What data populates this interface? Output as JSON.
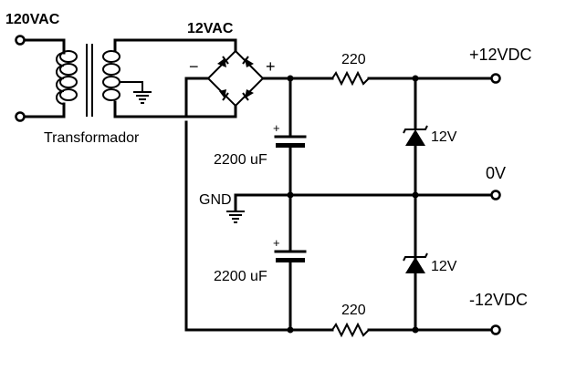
{
  "labels": {
    "input_voltage": "120VAC",
    "secondary_voltage": "12VAC",
    "transformer": "Transformador",
    "bridge_minus": "−",
    "bridge_plus": "+",
    "resistor_top": "220",
    "resistor_bottom": "220",
    "cap_top": "2200 uF",
    "cap_bottom": "2200 uF",
    "cap_top_polarity": "+",
    "cap_bottom_polarity": "+",
    "zener_top": "12V",
    "zener_bottom": "12V",
    "out_positive": "+12VDC",
    "out_zero": "0V",
    "out_negative": "-12VDC",
    "gnd": "GND"
  }
}
